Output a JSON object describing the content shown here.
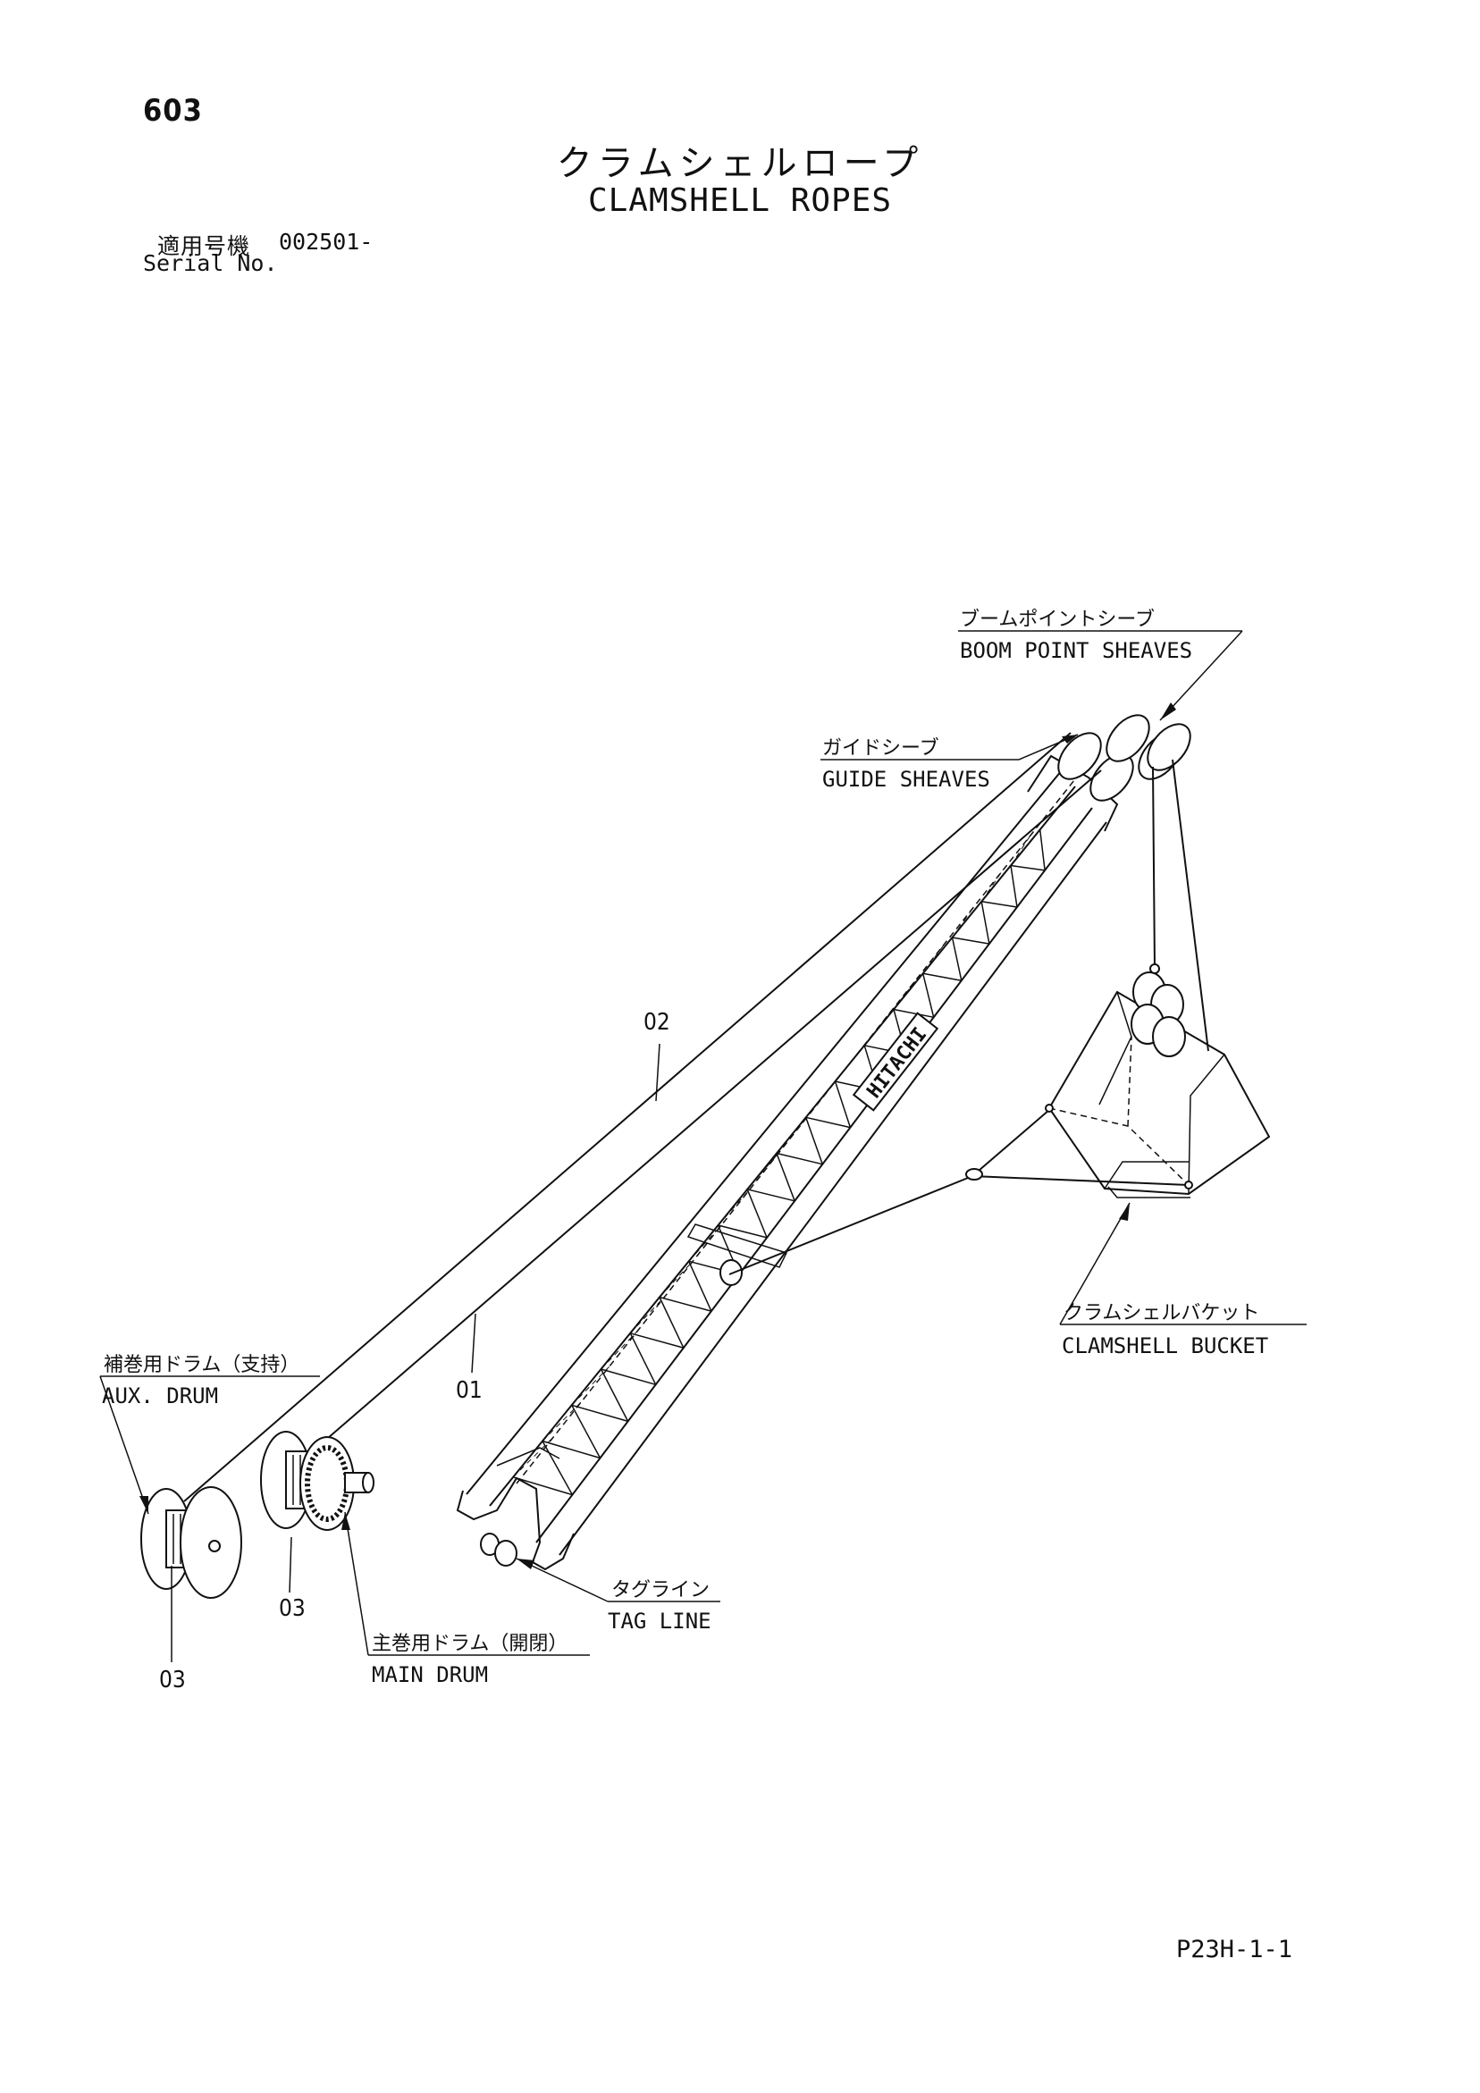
{
  "header": {
    "page_number": "603",
    "title_jp": "クラムシェルロープ",
    "title_en": "CLAMSHELL ROPES",
    "serial_label_jp": "適用号機",
    "serial_value": "002501-",
    "serial_label_en": "Serial No."
  },
  "callouts": {
    "boom_point_sheaves": {
      "jp": "ブームポイントシーブ",
      "en": "BOOM POINT SHEAVES"
    },
    "guide_sheaves": {
      "jp": "ガイドシーブ",
      "en": "GUIDE SHEAVES"
    },
    "clamshell_bucket": {
      "jp": "クラムシェルバケット",
      "en": "CLAMSHELL BUCKET"
    },
    "aux_drum": {
      "jp": "補巻用ドラム（支持）",
      "en": "AUX. DRUM"
    },
    "main_drum": {
      "jp": "主巻用ドラム（開閉）",
      "en": "MAIN DRUM"
    },
    "tag_line": {
      "jp": "タグライン",
      "en": "TAG LINE"
    }
  },
  "part_refs": {
    "rope_02": "02",
    "rope_01": "01",
    "item_03_main": "03",
    "item_03_aux": "03"
  },
  "boom_logo": "HITACHI",
  "footer": {
    "page_code": "P23H-1-1"
  }
}
